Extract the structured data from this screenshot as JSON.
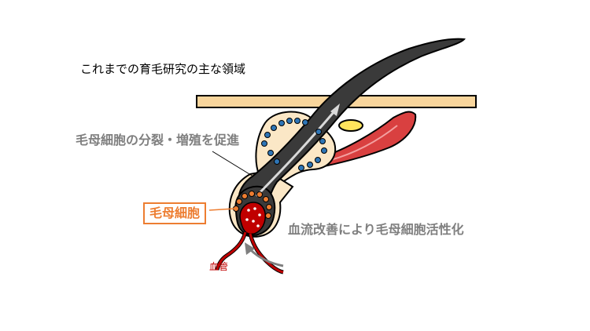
{
  "title": "これまでの育毛研究の主な領域",
  "labels": {
    "division": "毛母細胞の分裂・増殖を促進",
    "matrix": "毛母細胞",
    "blood_flow": "血流改善により毛母細胞活性化",
    "vessel": "血管"
  },
  "colors": {
    "skin": "#f8d59c",
    "skin_outline": "#000000",
    "follicle_fill": "#fbe7c6",
    "hair": "#3a3a3a",
    "hair_highlight": "#d9d9d9",
    "cell_blue": "#2e75b6",
    "cell_orange": "#ed7d31",
    "papilla_red": "#c00000",
    "muscle_red": "#d94040",
    "sebaceous_yellow": "#ffe45c",
    "text_gray": "#7f7f7f",
    "arrow_gray": "#7f7f7f"
  }
}
